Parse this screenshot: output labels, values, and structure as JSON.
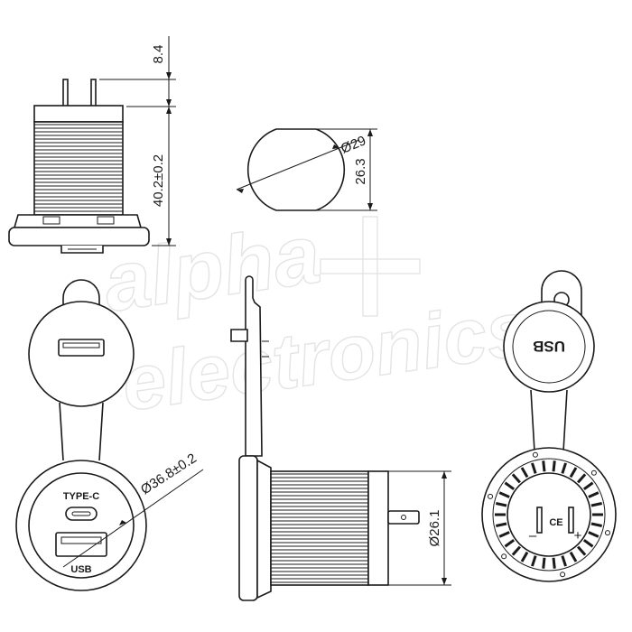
{
  "watermark": {
    "line1": "alpha",
    "line2": "electronics"
  },
  "dimensions": {
    "top_height": "8.4",
    "body_height": "40.2±0.2",
    "cut_diameter": "Ø29",
    "cut_flat": "26.3",
    "flange_diameter": "Ø36.8±0.2",
    "thread_diameter": "Ø26.1"
  },
  "labels": {
    "type_c": "TYPE-C",
    "usb": "USB",
    "cap_text": "USB",
    "ce_mark": "CE",
    "minus": "–",
    "plus": "+"
  }
}
